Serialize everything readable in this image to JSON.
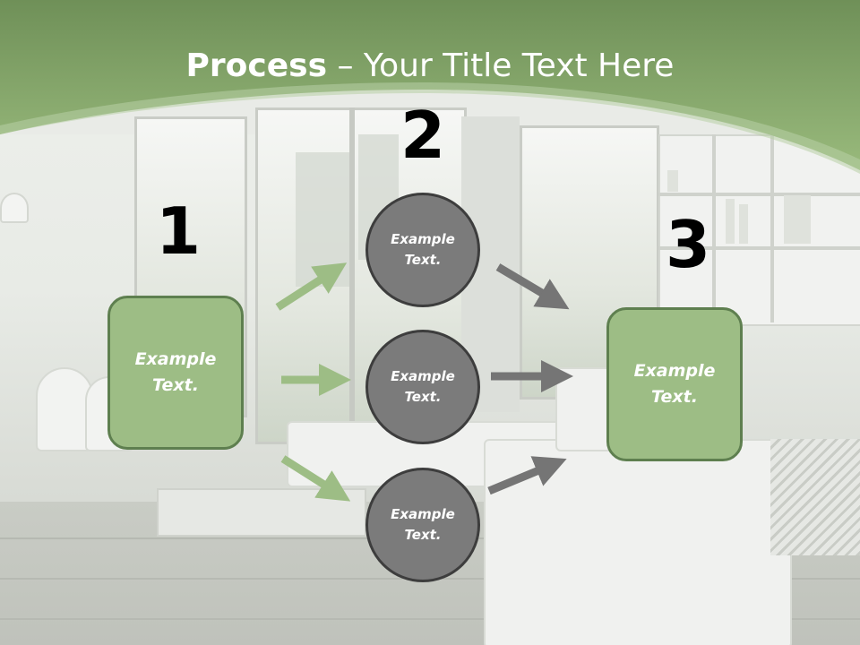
{
  "title": {
    "bold": "Process",
    "rest": " – Your Title Text Here"
  },
  "steps": {
    "one": "1",
    "two": "2",
    "three": "3"
  },
  "left_box": {
    "text": "Example Text."
  },
  "circles": [
    {
      "text": "Example Text."
    },
    {
      "text": "Example Text."
    },
    {
      "text": "Example Text."
    }
  ],
  "right_box": {
    "text": "Example Text."
  },
  "colors": {
    "banner": "#8fb073",
    "box_fill": "#9dbd85",
    "box_border": "#5e7f4f",
    "circle_fill": "#7b7b7b",
    "circle_border": "#3d3d3d",
    "green_arrow": "#9dbd85",
    "gray_arrow": "#757575"
  },
  "icons": [
    "green-arrow-icon",
    "gray-arrow-icon"
  ]
}
